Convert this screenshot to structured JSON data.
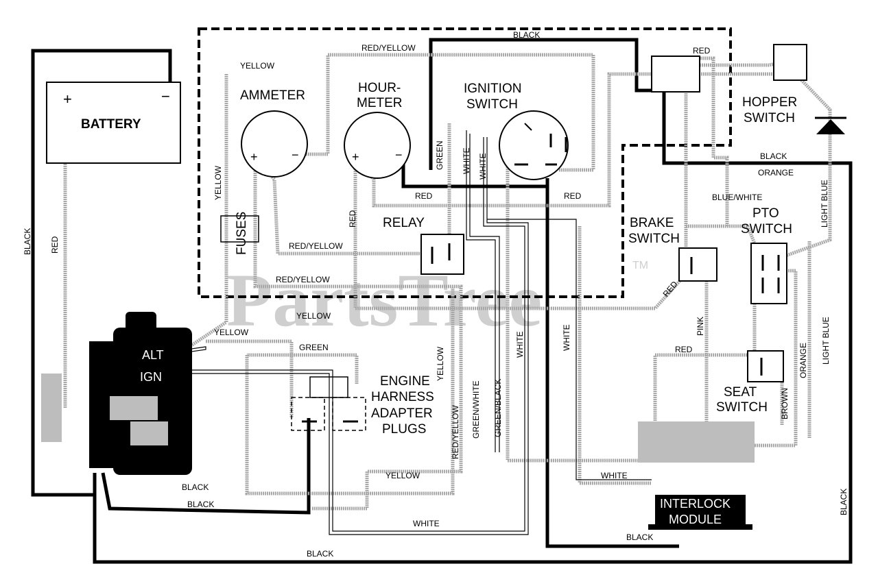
{
  "components": {
    "battery": "BATTERY",
    "ammeter": "AMMETER",
    "hour_meter_1": "HOUR-",
    "hour_meter_2": "METER",
    "ignition_1": "IGNITION",
    "ignition_2": "SWITCH",
    "hopper_1": "HOPPER",
    "hopper_2": "SWITCH",
    "brake_1": "BRAKE",
    "brake_2": "SWITCH",
    "pto_1": "PTO",
    "pto_2": "SWITCH",
    "relay": "RELAY",
    "fuses": "FUSES",
    "engine_1": "ENGINE",
    "engine_2": "HARNESS",
    "engine_3": "ADAPTER",
    "engine_4": "PLUGS",
    "seat_1": "SEAT",
    "seat_2": "SWITCH",
    "alt": "ALT",
    "ign": "IGN",
    "interlock_1": "INTERLOCK",
    "interlock_2": "MODULE",
    "plus": "+",
    "minus": "−"
  },
  "wires": {
    "black": "BLACK",
    "red": "RED",
    "yellow": "YELLOW",
    "green": "GREEN",
    "white": "WHITE",
    "orange": "ORANGE",
    "pink": "PINK",
    "brown": "BROWN",
    "red_yellow": "RED/YELLOW",
    "blue_white": "BLUE/WHITE",
    "light_blue": "LIGHT BLUE",
    "green_white": "GREEN/WHITE",
    "green_black": "GREEN/BLACK"
  },
  "watermark": {
    "text": "PartsTree",
    "tm": "TM"
  },
  "colors": {
    "line": "#000000",
    "gray_wire": "#a8a8a8",
    "watermark": "#cfcfcf"
  }
}
